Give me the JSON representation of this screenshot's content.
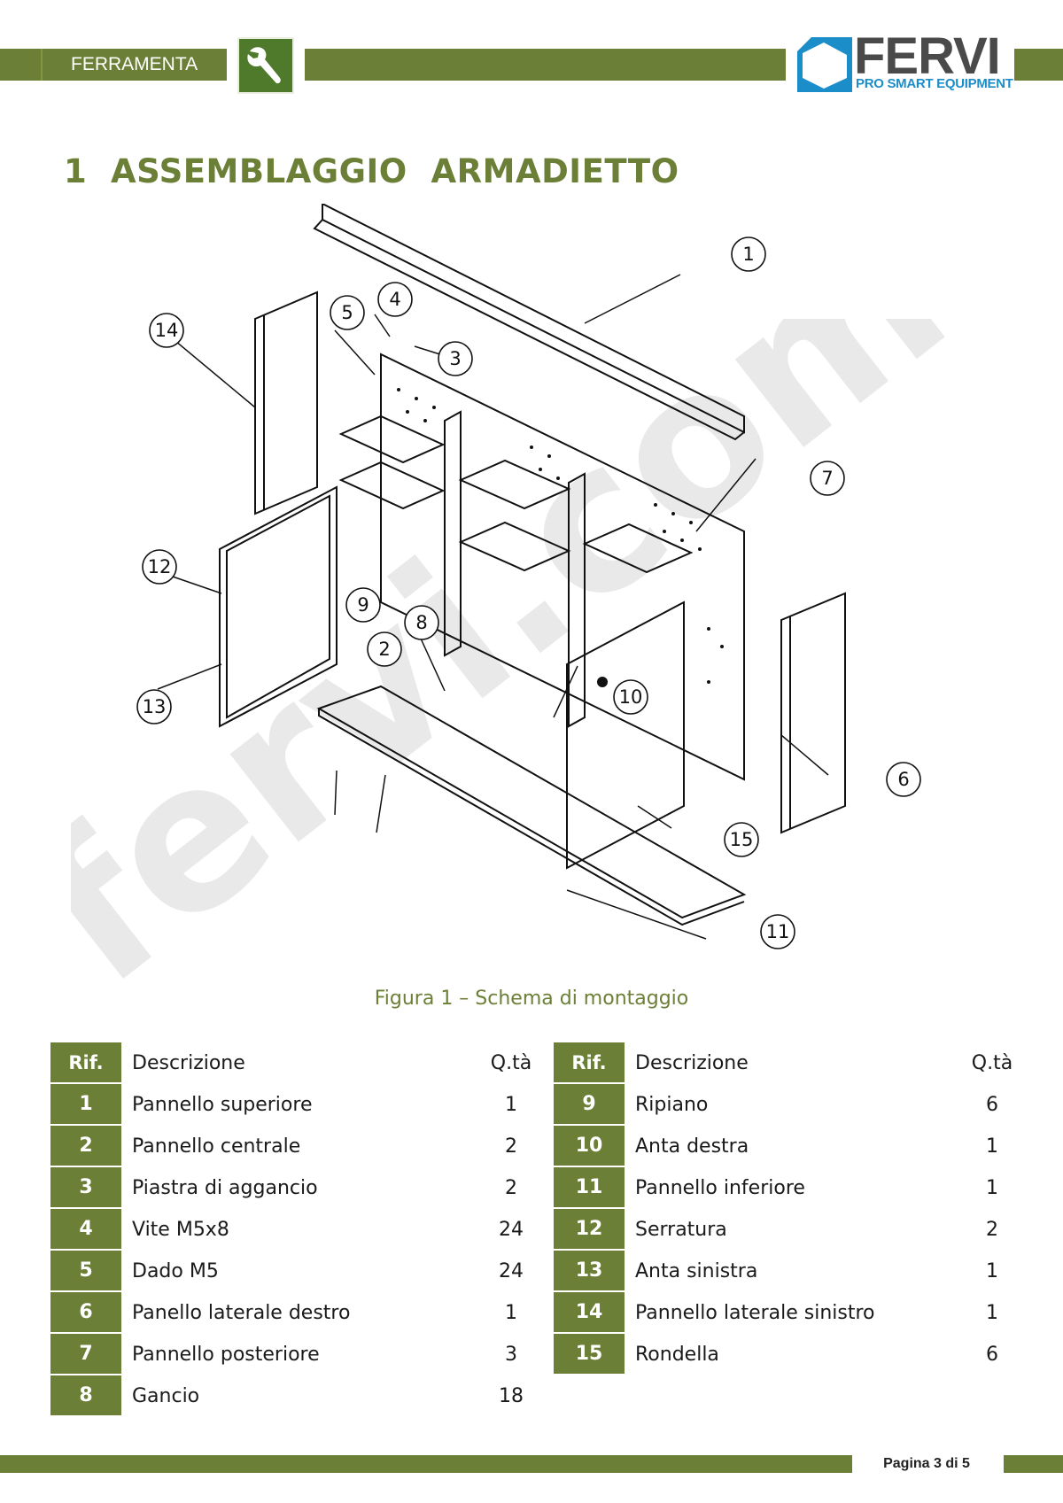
{
  "header": {
    "section_label": "FERRAMENTA",
    "brand_name": "FERVI",
    "brand_tagline": "PRO SMART EQUIPMENT",
    "accent_color": "#6b7f36",
    "brand_blue": "#1b8ec9"
  },
  "title": "1  ASSEMBLAGGIO  ARMADIETTO",
  "figure": {
    "caption": "Figura 1 – Schema di montaggio",
    "callouts": [
      "1",
      "2",
      "3",
      "4",
      "5",
      "6",
      "7",
      "8",
      "9",
      "10",
      "11",
      "12",
      "13",
      "14",
      "15"
    ]
  },
  "watermark": "fervi.com",
  "parts_table": {
    "headers": {
      "rif": "Rif.",
      "descrizione": "Descrizione",
      "qta": "Q.tà"
    },
    "left": [
      {
        "rif": "1",
        "descrizione": "Pannello superiore",
        "qta": "1"
      },
      {
        "rif": "2",
        "descrizione": "Pannello centrale",
        "qta": "2"
      },
      {
        "rif": "3",
        "descrizione": "Piastra di aggancio",
        "qta": "2"
      },
      {
        "rif": "4",
        "descrizione": "Vite M5x8",
        "qta": "24"
      },
      {
        "rif": "5",
        "descrizione": "Dado M5",
        "qta": "24"
      },
      {
        "rif": "6",
        "descrizione": "Panello laterale destro",
        "qta": "1"
      },
      {
        "rif": "7",
        "descrizione": "Pannello posteriore",
        "qta": "3"
      },
      {
        "rif": "8",
        "descrizione": "Gancio",
        "qta": "18"
      }
    ],
    "right": [
      {
        "rif": "9",
        "descrizione": "Ripiano",
        "qta": "6"
      },
      {
        "rif": "10",
        "descrizione": "Anta destra",
        "qta": "1"
      },
      {
        "rif": "11",
        "descrizione": "Pannello inferiore",
        "qta": "1"
      },
      {
        "rif": "12",
        "descrizione": "Serratura",
        "qta": "2"
      },
      {
        "rif": "13",
        "descrizione": "Anta sinistra",
        "qta": "1"
      },
      {
        "rif": "14",
        "descrizione": "Pannello laterale sinistro",
        "qta": "1"
      },
      {
        "rif": "15",
        "descrizione": "Rondella",
        "qta": "6"
      }
    ]
  },
  "footer": {
    "page": "Pagina 3 di 5"
  }
}
